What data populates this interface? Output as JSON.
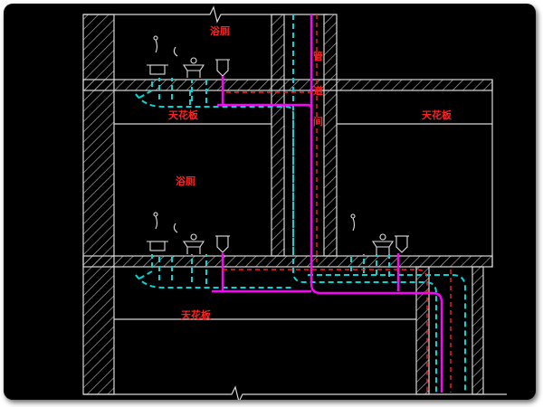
{
  "labels": {
    "bathroom_upper": "浴厕",
    "ceiling_upper_left": "天花板",
    "ceiling_upper_right": "天花板",
    "bathroom_lower": "浴厕",
    "ceiling_lower": "天花板",
    "shaft_char_1": "管",
    "shaft_char_2": "道",
    "shaft_char_3": "间"
  },
  "colors": {
    "background": "#000000",
    "wall": "#d8d8d8",
    "label": "#ff2020",
    "water_supply": "#00d8d8",
    "drain_main": "#ff00ff",
    "drain_branch": "#ff2020"
  }
}
